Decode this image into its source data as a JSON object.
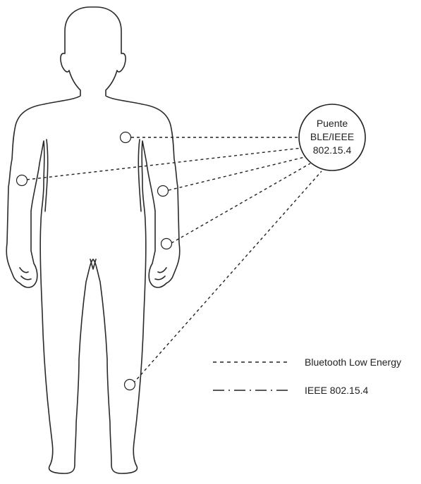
{
  "bridge": {
    "lines": [
      "Puente",
      "BLE/IEEE",
      "802.15.4"
    ]
  },
  "legend": {
    "ble_label": "Bluetooth Low Energy",
    "ieee_label": "IEEE 802.15.4"
  },
  "sensors": [
    {
      "name": "sensor-chest",
      "link": "ble"
    },
    {
      "name": "sensor-right-forearm",
      "link": "ble"
    },
    {
      "name": "sensor-left-upper-arm",
      "link": "ble"
    },
    {
      "name": "sensor-left-wrist",
      "link": "ble"
    },
    {
      "name": "sensor-left-shin",
      "link": "ble"
    }
  ],
  "colors": {
    "stroke": "#222222",
    "background": "#ffffff"
  }
}
